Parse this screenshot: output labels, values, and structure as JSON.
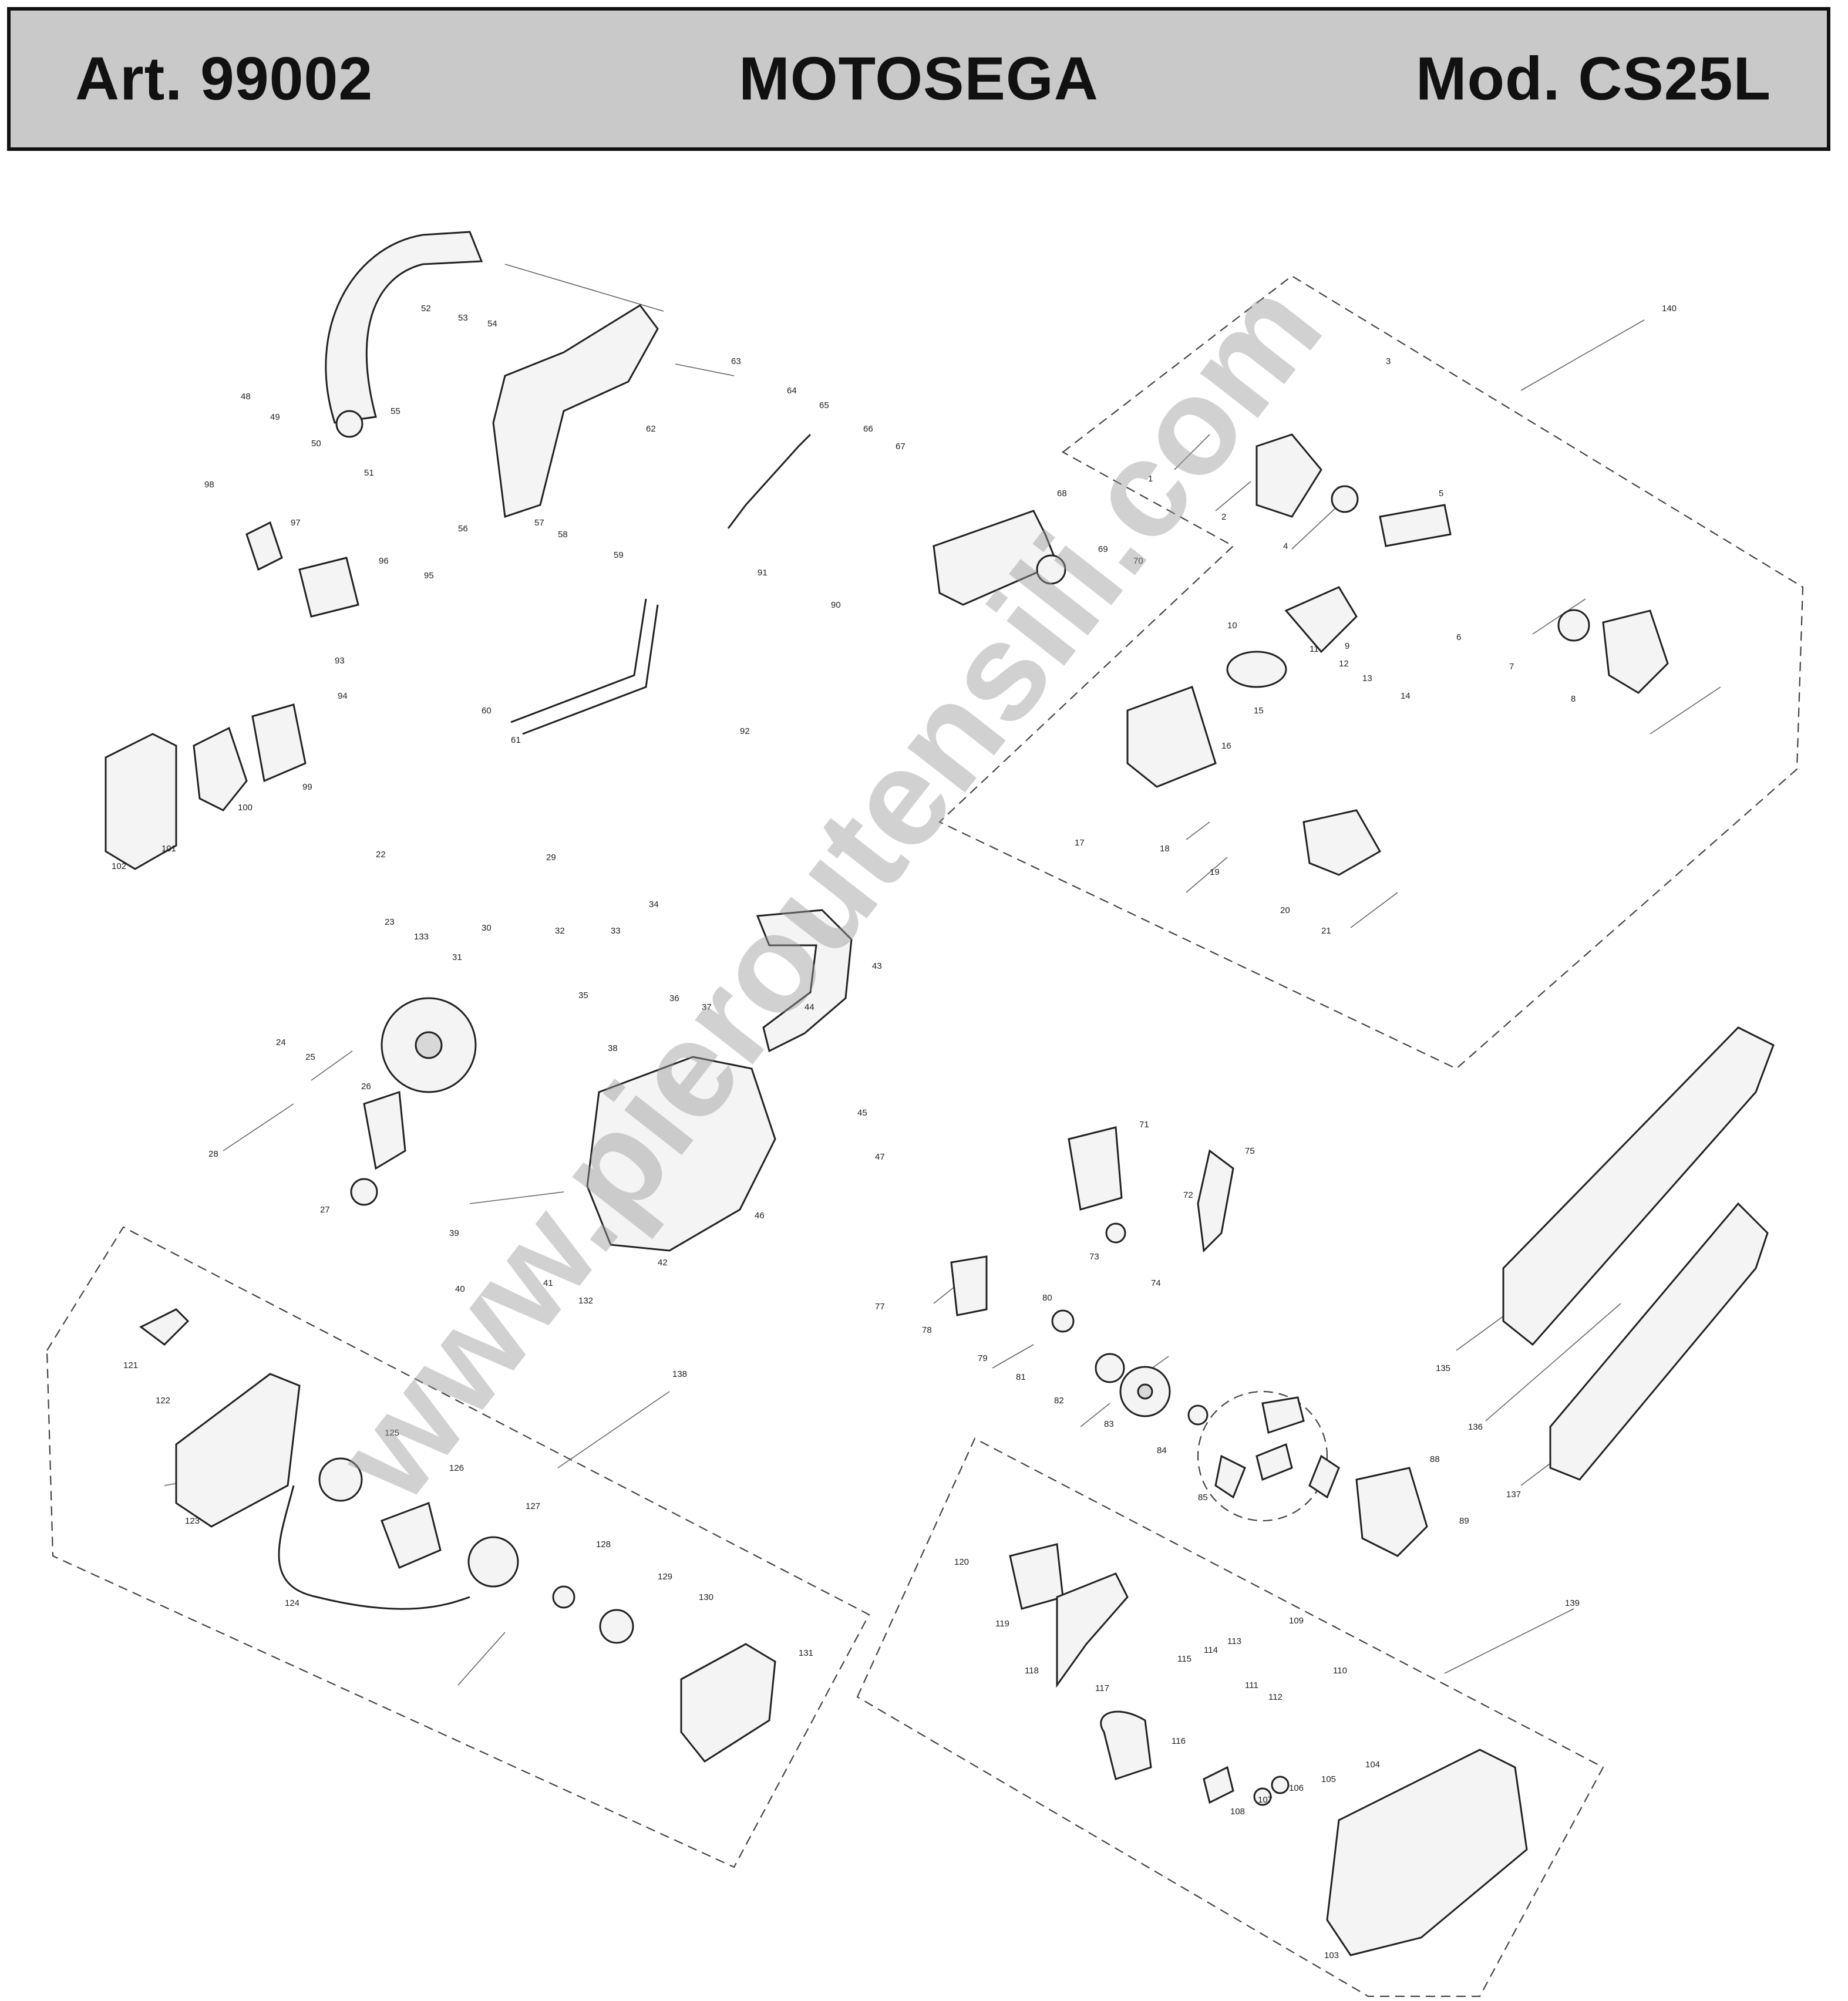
{
  "header": {
    "article": "Art. 99002",
    "title": "MOTOSEGA",
    "model": "Mod. CS25L"
  },
  "watermark": "www.pieroutensili.com",
  "callouts": [
    "1",
    "2",
    "3",
    "4",
    "5",
    "6",
    "7",
    "8",
    "9",
    "10",
    "11",
    "12",
    "13",
    "14",
    "15",
    "16",
    "17",
    "18",
    "19",
    "20",
    "21",
    "22",
    "23",
    "24",
    "25",
    "26",
    "27",
    "28",
    "29",
    "30",
    "31",
    "32",
    "33",
    "34",
    "35",
    "36",
    "37",
    "38",
    "39",
    "40",
    "41",
    "42",
    "43",
    "44",
    "45",
    "46",
    "47",
    "48",
    "49",
    "50",
    "51",
    "52",
    "53",
    "54",
    "55",
    "56",
    "57",
    "58",
    "59",
    "60",
    "61",
    "62",
    "63",
    "64",
    "65",
    "66",
    "67",
    "68",
    "69",
    "70",
    "71",
    "72",
    "73",
    "74",
    "75",
    "77",
    "78",
    "79",
    "80",
    "81",
    "82",
    "83",
    "84",
    "85",
    "88",
    "89",
    "90",
    "91",
    "92",
    "93",
    "94",
    "95",
    "96",
    "97",
    "98",
    "99",
    "100",
    "101",
    "102",
    "103",
    "104",
    "105",
    "106",
    "107",
    "108",
    "109",
    "110",
    "111",
    "112",
    "113",
    "114",
    "115",
    "116",
    "117",
    "118",
    "119",
    "120",
    "121",
    "122",
    "123",
    "124",
    "125",
    "126",
    "127",
    "128",
    "129",
    "130",
    "131",
    "132",
    "133",
    "135",
    "136",
    "137",
    "138",
    "139",
    "140"
  ],
  "colors": {
    "header_bg": "#c9c9c9",
    "ink": "#111111",
    "watermark": "#9a9a9a"
  }
}
